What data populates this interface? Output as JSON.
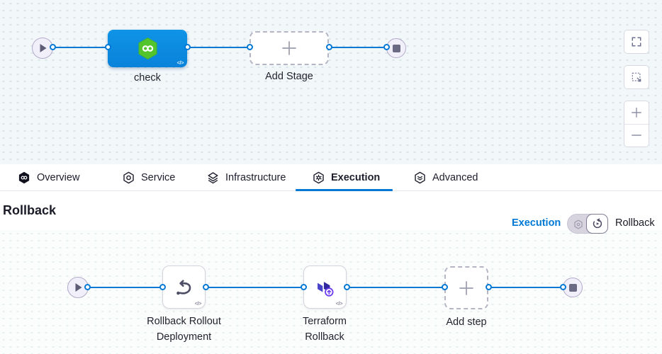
{
  "colors": {
    "accent_blue": "#0278d5",
    "stage_blue": "#0a8be2",
    "ci_green": "#53c42c",
    "terraform_purple": "#31299e",
    "canvas_top_bg": "#f2f8fa",
    "canvas_bottom_bg": "#fbfdfd"
  },
  "top_pipeline": {
    "start_icon": "play-icon",
    "end_icon": "stop-icon",
    "stage": {
      "label": "check",
      "icon": "harness-ci-hexagon-icon",
      "code_badge": "</>"
    },
    "add_stage": {
      "label": "Add Stage",
      "icon": "plus-icon"
    }
  },
  "canvas_controls": [
    {
      "name": "fullscreen",
      "icon": "fullscreen-icon"
    },
    {
      "name": "marquee-select",
      "icon": "marquee-select-icon"
    },
    {
      "name": "zoom-in",
      "icon": "plus-icon"
    },
    {
      "name": "zoom-out",
      "icon": "minus-icon"
    }
  ],
  "tabs": [
    {
      "label": "Overview",
      "icon": "harness-hexagon-icon",
      "active": false
    },
    {
      "label": "Service",
      "icon": "service-icon",
      "active": false
    },
    {
      "label": "Infrastructure",
      "icon": "infrastructure-icon",
      "active": false
    },
    {
      "label": "Execution",
      "icon": "execution-icon",
      "active": true
    },
    {
      "label": "Advanced",
      "icon": "advanced-icon",
      "active": false
    }
  ],
  "rollback_section": {
    "title": "Rollback",
    "toggle": {
      "left_label": "Execution",
      "right_label": "Rollback",
      "state": "Rollback"
    }
  },
  "rollback_pipeline": {
    "steps": [
      {
        "label": "Rollback Rollout Deployment",
        "icon": "undo-arrow-icon",
        "code_badge": "</>"
      },
      {
        "label": "Terraform Rollback",
        "icon": "terraform-icon",
        "code_badge": "</>"
      }
    ],
    "add_step": {
      "label": "Add step",
      "icon": "plus-icon"
    }
  }
}
